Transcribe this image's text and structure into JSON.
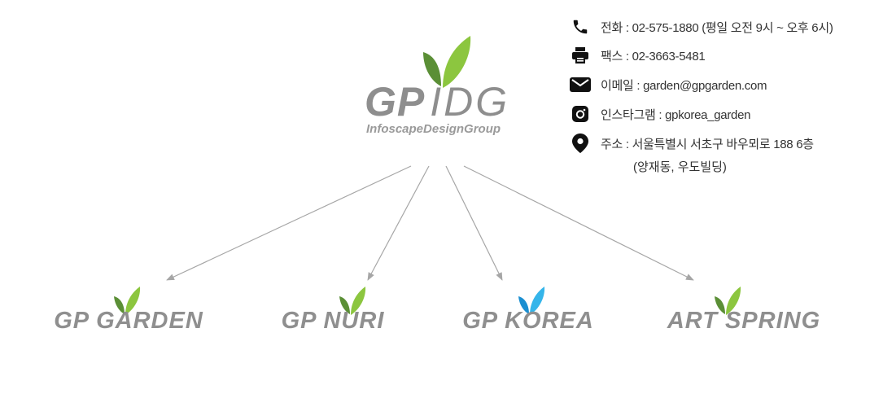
{
  "parent": {
    "name_gp": "GP",
    "name_idg": "IDG",
    "tagline": "InfoscapeDesignGroup",
    "leaf_colors": [
      "#5b8f36",
      "#8cc63f"
    ]
  },
  "arrow_color": "#a6a6a6",
  "brands": [
    {
      "name": "GP GARDEN",
      "leaf_colors": [
        "#5b8f36",
        "#8cc63f"
      ]
    },
    {
      "name": "GP NURI",
      "leaf_colors": [
        "#5b8f36",
        "#8cc63f"
      ]
    },
    {
      "name": "GP KOREA",
      "leaf_colors": [
        "#1b8fd1",
        "#35b5ea"
      ]
    },
    {
      "name": "ART SPRING",
      "leaf_colors": [
        "#5b8f36",
        "#8cc63f"
      ]
    }
  ],
  "contact": {
    "phone": "전화 : 02-575-1880 (평일 오전 9시 ~ 오후 6시)",
    "fax": "팩스 : 02-3663-5481",
    "email": "이메일 : garden@gpgarden.com",
    "instagram": "인스타그램 : gpkorea_garden",
    "address_line1": "주소 : 서울특별시 서초구 바우뫼로 188 6층",
    "address_line2": "(양재동, 우도빌딩)",
    "icons": [
      "phone-icon",
      "printer-icon",
      "mail-icon",
      "instagram-icon",
      "map-pin-icon"
    ]
  }
}
